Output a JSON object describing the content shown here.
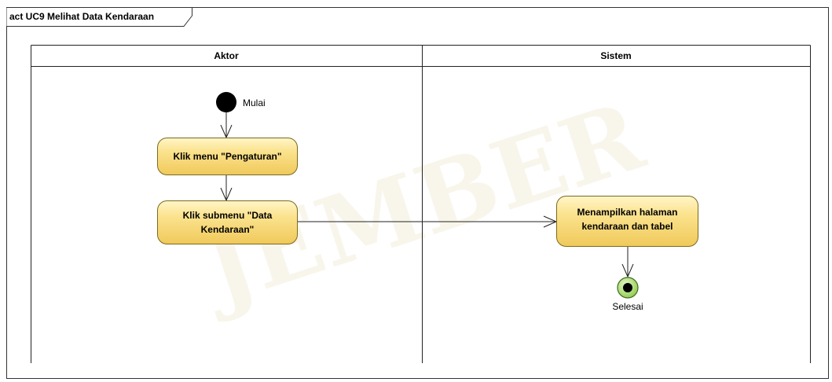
{
  "diagram": {
    "frame_title": "act UC9 Melihat Data Kendaraan",
    "watermark": "JEMBER",
    "lanes": [
      {
        "label": "Aktor"
      },
      {
        "label": "Sistem"
      }
    ],
    "start_node": {
      "label": "Mulai"
    },
    "end_node": {
      "label": "Selesai"
    },
    "actions": [
      {
        "id": "a1",
        "lines": [
          "Klik menu \"Pengaturan\""
        ]
      },
      {
        "id": "a2",
        "lines": [
          "Klik submenu \"Data",
          "Kendaraan\""
        ]
      },
      {
        "id": "a3",
        "lines": [
          "Menampilkan halaman",
          "kendaraan dan tabel"
        ]
      }
    ],
    "colors": {
      "action_fill": "#fbe38f",
      "action_stroke": "#7b6a1e",
      "end_fill": "#a7d96d",
      "watermark": "#d9c48a"
    }
  }
}
